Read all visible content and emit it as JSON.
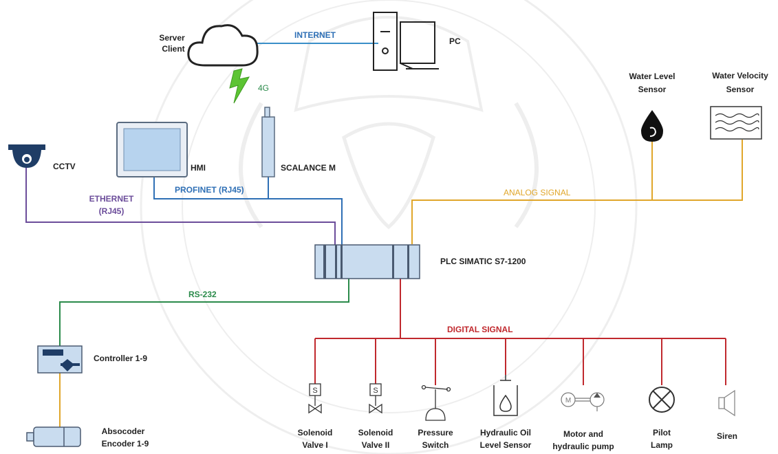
{
  "nodes": {
    "server_client": [
      "Server",
      "Client"
    ],
    "pc": "PC",
    "cctv": "CCTV",
    "hmi": "HMI",
    "scalance": "SCALANCE M",
    "plc": "PLC SIMATIC S7-1200",
    "water_level": [
      "Water Level",
      "Sensor"
    ],
    "water_velocity": [
      "Water Velocity",
      "Sensor"
    ],
    "controller": "Controller 1-9",
    "absocoder": [
      "Absocoder",
      "Encoder 1-9"
    ]
  },
  "links": {
    "internet": "INTERNET",
    "cellular": "4G",
    "ethernet": [
      "ETHERNET",
      "(RJ45)"
    ],
    "profinet": "PROFINET (RJ45)",
    "rs232": "RS-232",
    "analog": "ANALOG SIGNAL",
    "digital": "DIGITAL SIGNAL"
  },
  "outputs": [
    {
      "label": [
        "Solenoid",
        "Valve I"
      ],
      "icon": "solenoid-valve-icon"
    },
    {
      "label": [
        "Solenoid",
        "Valve II"
      ],
      "icon": "solenoid-valve-icon"
    },
    {
      "label": [
        "Pressure",
        "Switch"
      ],
      "icon": "pressure-switch-icon"
    },
    {
      "label": [
        "Hydraulic Oil",
        "Level Sensor"
      ],
      "icon": "oil-level-sensor-icon"
    },
    {
      "label": [
        "Motor and",
        "hydraulic pump"
      ],
      "icon": "motor-pump-icon"
    },
    {
      "label": [
        "Pilot",
        "Lamp"
      ],
      "icon": "pilot-lamp-icon"
    },
    {
      "label": [
        "Siren",
        ""
      ],
      "icon": "siren-icon"
    }
  ],
  "colors": {
    "internet": "#3a8fc8",
    "profinet": "#2e6fb5",
    "ethernet": "#6b4c9a",
    "rs232": "#2a8a4a",
    "analog": "#e0a62a",
    "digital": "#c0282d",
    "device_fill": "#c9dcef"
  }
}
